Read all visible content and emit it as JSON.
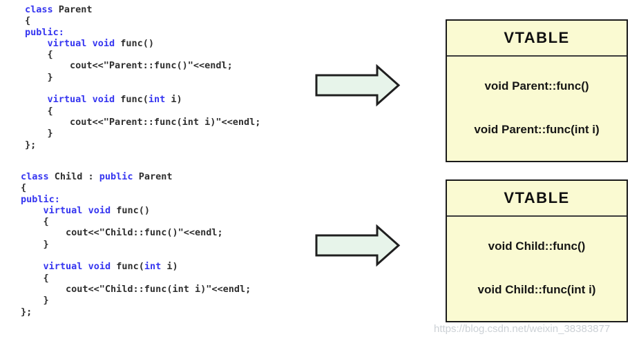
{
  "colors": {
    "keyword": "#3535f0",
    "code_text": "#2e2e2e",
    "box_fill": "#fafad2",
    "box_border": "#1a1a1a",
    "arrow_fill": "#e7f4ea",
    "arrow_border": "#1f1f1f",
    "watermark": "#ccd1d6"
  },
  "code_blocks": [
    {
      "name": "parent-class-code",
      "lines": [
        [
          {
            "t": "class",
            "k": true
          },
          {
            "t": " Parent"
          }
        ],
        [
          {
            "t": "{"
          }
        ],
        [
          {
            "t": "public:",
            "k": true
          }
        ],
        [
          {
            "t": "    "
          },
          {
            "t": "virtual",
            "k": true
          },
          {
            "t": " "
          },
          {
            "t": "void",
            "k": true
          },
          {
            "t": " func()"
          }
        ],
        [
          {
            "t": "    {"
          }
        ],
        [
          {
            "t": "        cout<<\"Parent::func()\"<<endl;"
          }
        ],
        [
          {
            "t": "    }"
          }
        ],
        [],
        [
          {
            "t": "    "
          },
          {
            "t": "virtual",
            "k": true
          },
          {
            "t": " "
          },
          {
            "t": "void",
            "k": true
          },
          {
            "t": " func("
          },
          {
            "t": "int",
            "k": true
          },
          {
            "t": " i)"
          }
        ],
        [
          {
            "t": "    {"
          }
        ],
        [
          {
            "t": "        cout<<\"Parent::func(int i)\"<<endl;"
          }
        ],
        [
          {
            "t": "    }"
          }
        ],
        [
          {
            "t": "};"
          }
        ]
      ]
    },
    {
      "name": "child-class-code",
      "lines": [
        [
          {
            "t": "class",
            "k": true
          },
          {
            "t": " Child : "
          },
          {
            "t": "public",
            "k": true
          },
          {
            "t": " Parent"
          }
        ],
        [
          {
            "t": "{"
          }
        ],
        [
          {
            "t": "public:",
            "k": true
          }
        ],
        [
          {
            "t": "    "
          },
          {
            "t": "virtual",
            "k": true
          },
          {
            "t": " "
          },
          {
            "t": "void",
            "k": true
          },
          {
            "t": " func()"
          }
        ],
        [
          {
            "t": "    {"
          }
        ],
        [
          {
            "t": "        cout<<\"Child::func()\"<<endl;"
          }
        ],
        [
          {
            "t": "    }"
          }
        ],
        [],
        [
          {
            "t": "    "
          },
          {
            "t": "virtual",
            "k": true
          },
          {
            "t": " "
          },
          {
            "t": "void",
            "k": true
          },
          {
            "t": " func("
          },
          {
            "t": "int",
            "k": true
          },
          {
            "t": " i)"
          }
        ],
        [
          {
            "t": "    {"
          }
        ],
        [
          {
            "t": "        cout<<\"Child::func(int i)\"<<endl;"
          }
        ],
        [
          {
            "t": "    }"
          }
        ],
        [
          {
            "t": "};"
          }
        ]
      ]
    }
  ],
  "vtables": [
    {
      "title": "VTABLE",
      "entries": [
        "void Parent::func()",
        "void Parent::func(int i)"
      ]
    },
    {
      "title": "VTABLE",
      "entries": [
        "void Child::func()",
        "void Child::func(int i)"
      ]
    }
  ],
  "watermark": "https://blog.csdn.net/weixin_38383877"
}
